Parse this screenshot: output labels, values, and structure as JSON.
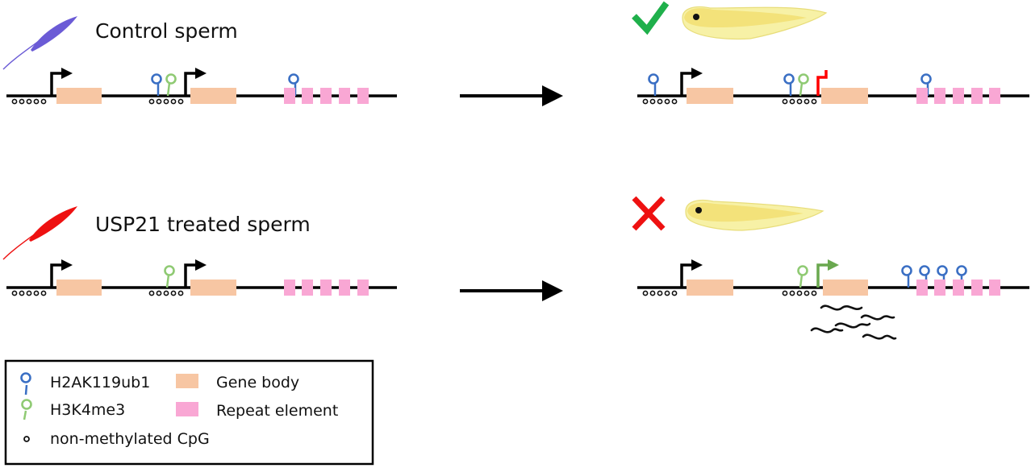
{
  "rows": [
    {
      "label": "Control sperm",
      "outcome": "check-mark"
    },
    {
      "label": "USP21 treated sperm",
      "outcome": "cross-mark"
    }
  ],
  "legend": {
    "h2ak119ub1": "H2AK119ub1",
    "h3k4me3": "H3K4me3",
    "cpg": "non-methylated CpG",
    "gene_body": "Gene body",
    "repeat": "Repeat element"
  },
  "colors": {
    "h2ak119ub1": "#3a6fc4",
    "h3k4me3": "#8fca73",
    "gene_body": "#f7c6a3",
    "repeat": "#f9a7d4",
    "promoter_active": "#000000",
    "promoter_repressed": "#ff0000",
    "promoter_derepressed": "#6aa84f",
    "sperm_control": "#6b5bd6",
    "sperm_treated": "#ee1111",
    "embryo": "#f3e27a",
    "check": "#1fb04b",
    "cross": "#ee1111"
  }
}
